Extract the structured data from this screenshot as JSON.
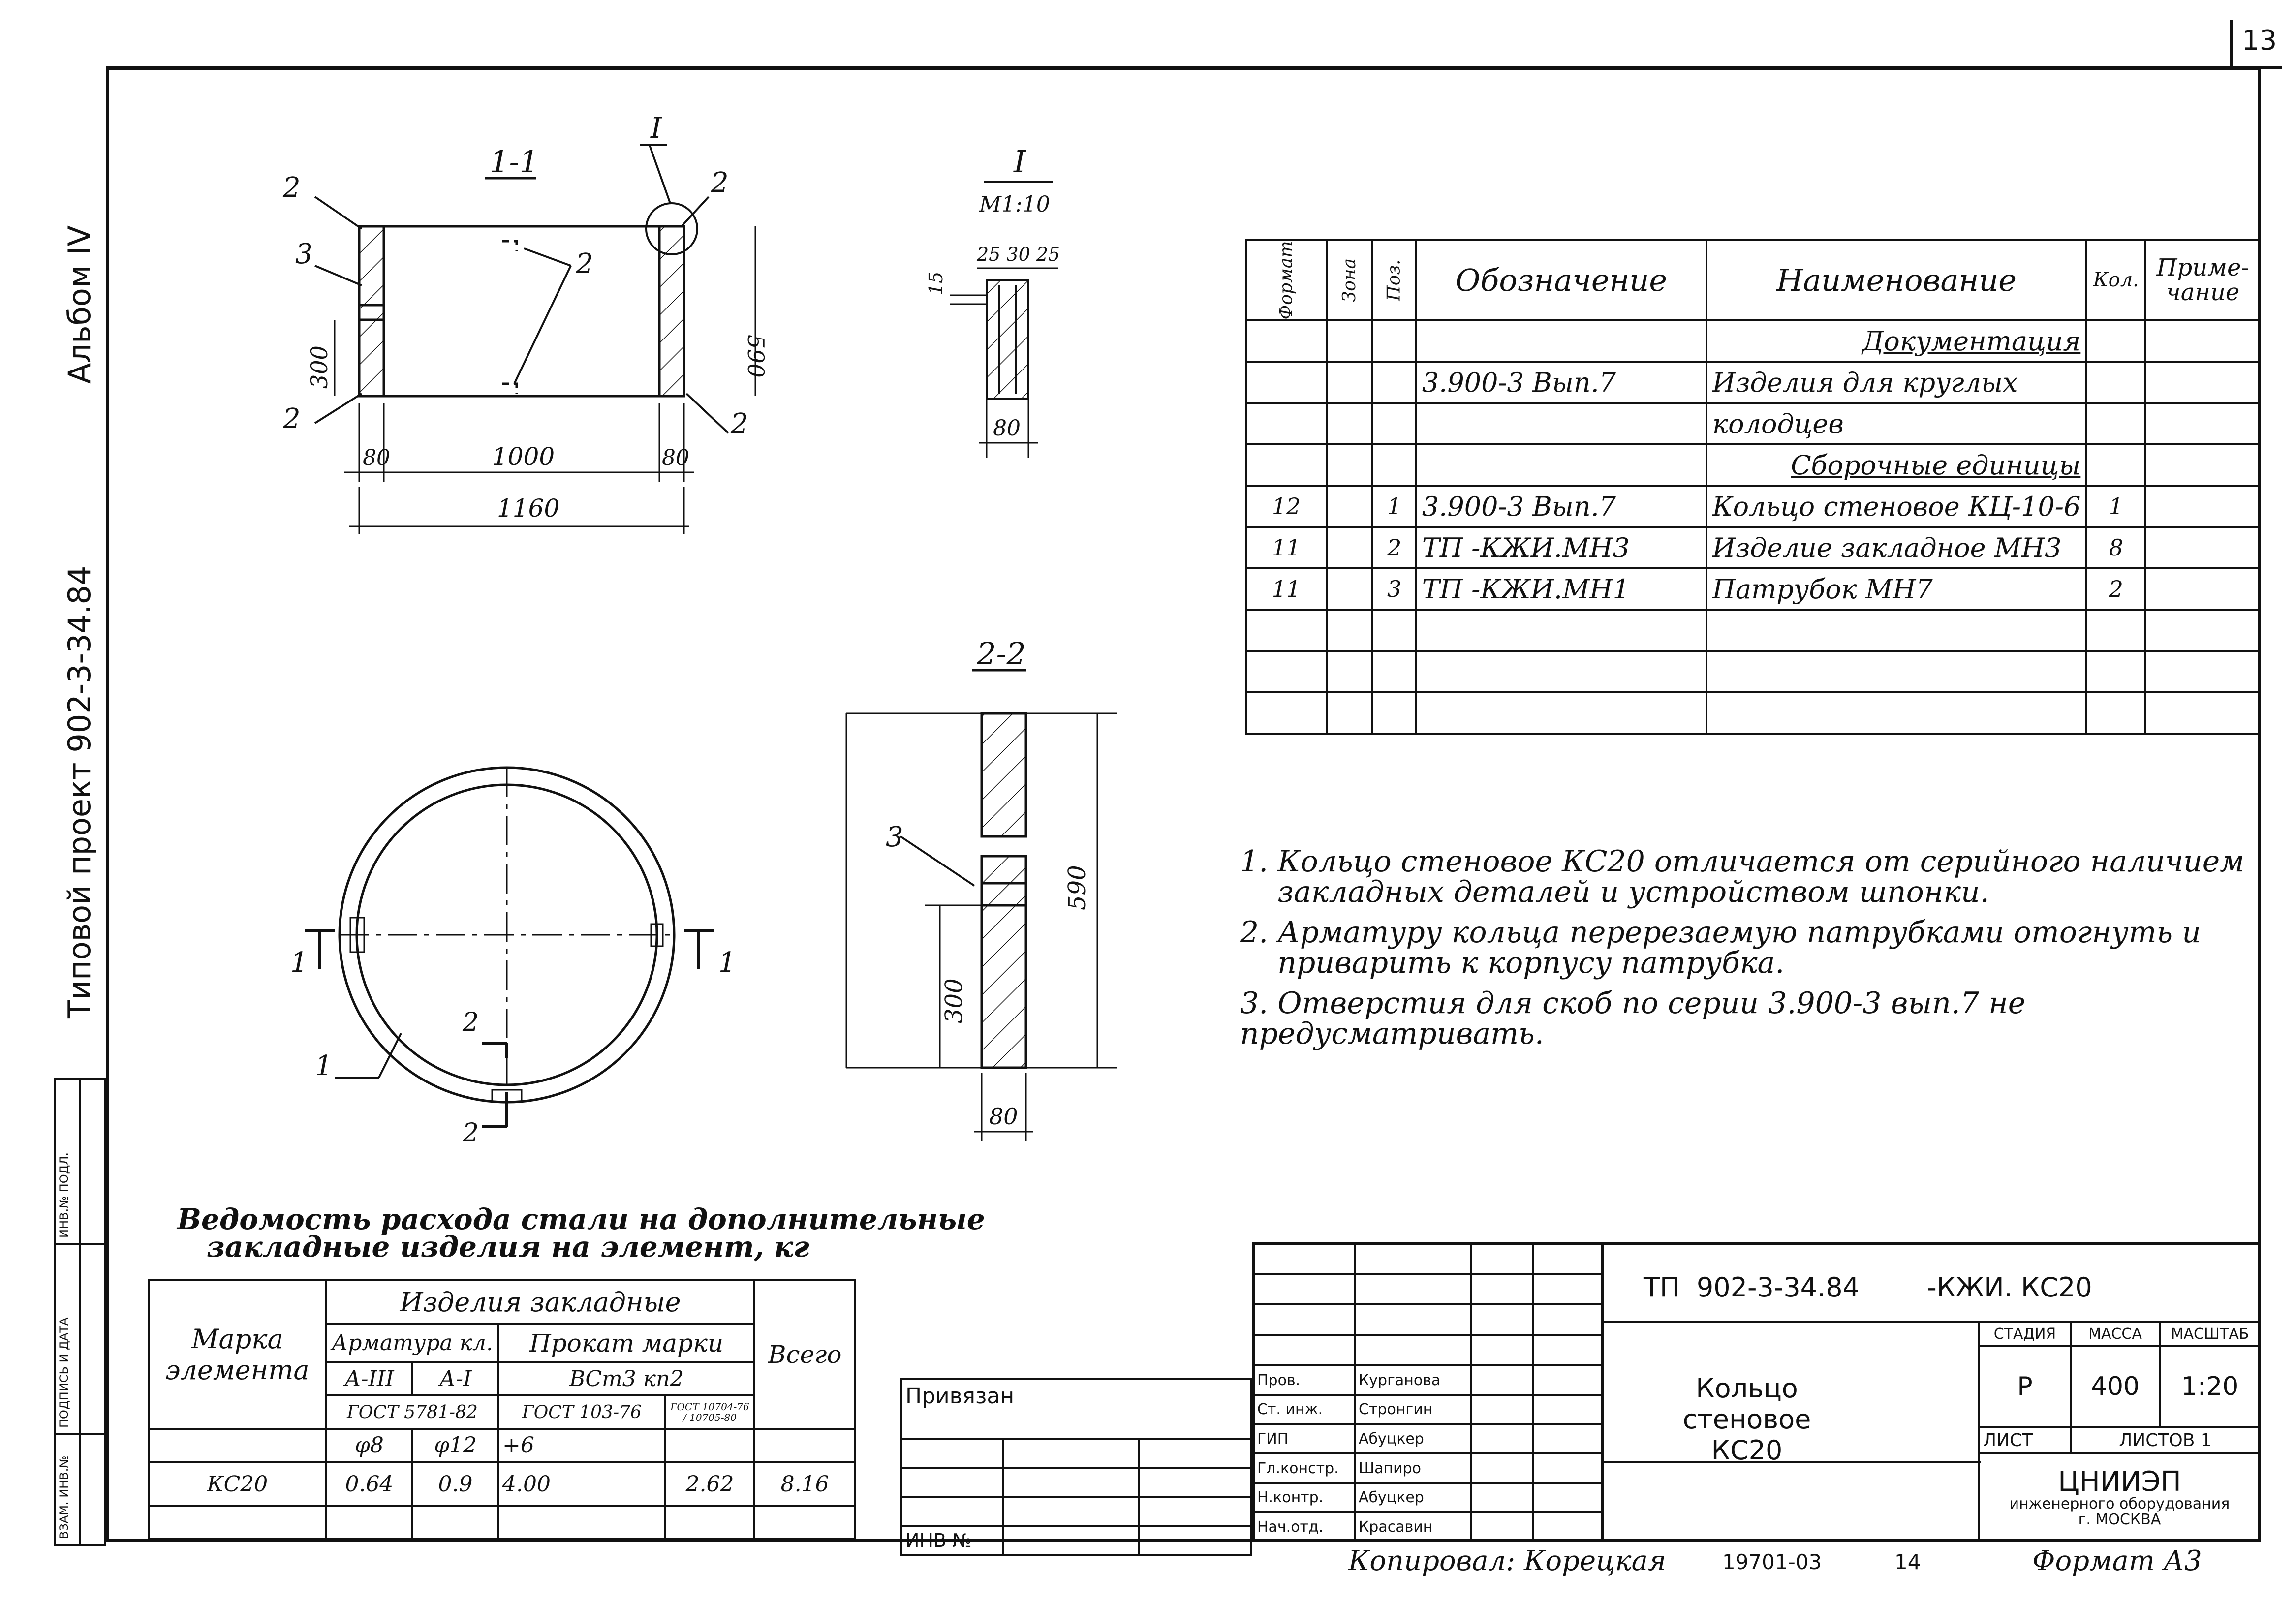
{
  "page": {
    "sheet_number": "13"
  },
  "side": {
    "album": "Альбом IV",
    "project": "Типовой  проект  902-3-34.84",
    "strip": [
      "ИНВ.№ ПОДЛ.",
      "ПОДПИСЬ И ДАТА",
      "ВЗАМ. ИНВ.№"
    ]
  },
  "section_1": {
    "title": "1-1",
    "callout": "I",
    "labels": {
      "p2a": "2",
      "p3": "3",
      "p2b": "2",
      "p2c": "2",
      "p2d": "2",
      "p2e": "2"
    },
    "dims": {
      "d300": "300",
      "d590": "590",
      "d80a": "80",
      "d1000": "1000",
      "d80b": "80",
      "d1160": "1160"
    }
  },
  "detail_1": {
    "title": "I",
    "scale": "М1:10",
    "d15": "15",
    "d253025": "25 30 25",
    "d80": "80"
  },
  "section_2": {
    "title": "2-2",
    "p3": "3",
    "d590": "590",
    "d300": "300",
    "d80": "80"
  },
  "plan": {
    "cut_left": "1",
    "cut_right": "1",
    "cut_2a": "2",
    "cut_2b": "2",
    "p1": "1"
  },
  "spec": {
    "headers": {
      "format": "Формат",
      "zone": "Зона",
      "pos": "Поз.",
      "designation": "Обозначение",
      "name": "Наименование",
      "qty": "Кол.",
      "note": "Приме-\nчание"
    },
    "rows": [
      {
        "format": "",
        "zone": "",
        "pos": "",
        "designation": "",
        "name": "Документация",
        "qty": "",
        "note": ""
      },
      {
        "format": "",
        "zone": "",
        "pos": "",
        "designation": "3.900-3  Вып.7",
        "name": "Изделия для круглых",
        "qty": "",
        "note": ""
      },
      {
        "format": "",
        "zone": "",
        "pos": "",
        "designation": "",
        "name": "колодцев",
        "qty": "",
        "note": ""
      },
      {
        "format": "",
        "zone": "",
        "pos": "",
        "designation": "",
        "name": "Сборочные единицы",
        "qty": "",
        "note": ""
      },
      {
        "format": "12",
        "zone": "",
        "pos": "1",
        "designation": "3.900-3   Вып.7",
        "name": "Кольцо стеновое КЦ-10-6",
        "qty": "1",
        "note": ""
      },
      {
        "format": "11",
        "zone": "",
        "pos": "2",
        "designation": "ТП          -КЖИ.МН3",
        "name": "Изделие закладное МН3",
        "qty": "8",
        "note": ""
      },
      {
        "format": "11",
        "zone": "",
        "pos": "3",
        "designation": "ТП          -КЖИ.МН1",
        "name": "Патрубок МН7",
        "qty": "2",
        "note": ""
      },
      {
        "format": "",
        "zone": "",
        "pos": "",
        "designation": "",
        "name": "",
        "qty": "",
        "note": ""
      },
      {
        "format": "",
        "zone": "",
        "pos": "",
        "designation": "",
        "name": "",
        "qty": "",
        "note": ""
      },
      {
        "format": "",
        "zone": "",
        "pos": "",
        "designation": "",
        "name": "",
        "qty": "",
        "note": ""
      }
    ]
  },
  "notes": [
    "1. Кольцо стеновое КС20 отличается от серийного наличием",
    "    закладных деталей и устройством шпонки.",
    "2. Арматуру кольца перерезаемую патрубками отогнуть и",
    "    приварить к корпусу патрубка.",
    "3. Отверстия для скоб по серии 3.900-3 вып.7 не предусматривать."
  ],
  "steel": {
    "title_1": "Ведомость расхода стали на дополнительные",
    "title_2": "закладные изделия на элемент, кг",
    "h_mark": "Марка\nэлемента",
    "h_items": "Изделия закладные",
    "h_armature": "Арматура кл.",
    "h_rolled": "Прокат марки",
    "h_total": "Всего",
    "h_a3": "А-III",
    "h_a1": "А-I",
    "h_steel": "ВСт3 кп2",
    "h_gost1": "ГОСТ 5781-82",
    "h_gost2": "ГОСТ 103-76",
    "h_gost3": "ГОСТ 10704-76 / 10705-80",
    "h_d8": "φ8",
    "h_d12": "φ12",
    "h_t6": "+6",
    "row": {
      "mark": "КС20",
      "a3": "0.64",
      "a1": "0.9",
      "rolled": "4.00",
      "pipe": "2.62",
      "total": "8.16"
    }
  },
  "title_block": {
    "privyazan": "Привязан",
    "inv": "ИНВ №",
    "code": "ТП  902-3-34.84        -КЖИ. КС20",
    "name_1": "Кольцо стеновое",
    "name_2": "КС20",
    "stage_h": "СТАДИЯ",
    "mass_h": "МАССА",
    "scale_h": "МАСШТАБ",
    "stage": "Р",
    "mass": "400",
    "scale": "1:20",
    "sheet": "ЛИСТ",
    "sheets": "ЛИСТОВ 1",
    "org_1": "ЦНИИЭП",
    "org_2": "инженерного оборудования",
    "org_3": "г. МОСКВА",
    "roles": [
      {
        "role": "Пров.",
        "name": "Курганова"
      },
      {
        "role": "Ст. инж.",
        "name": "Стронгин"
      },
      {
        "role": "ГИП",
        "name": "Абуцкер"
      },
      {
        "role": "Гл.констр.",
        "name": "Шапиро"
      },
      {
        "role": "Н.контр.",
        "name": "Абуцкер"
      },
      {
        "role": "Нач.отд.",
        "name": "Красавин"
      }
    ]
  },
  "footer": {
    "copied": "Копировал: Корецкая",
    "code": "19701-03",
    "num": "14",
    "format": "Формат А3"
  }
}
